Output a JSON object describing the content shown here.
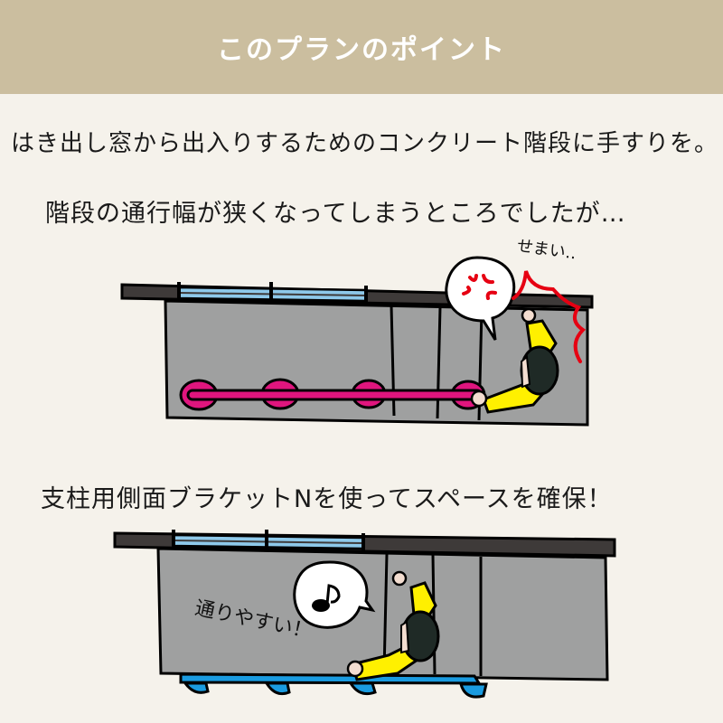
{
  "header": {
    "title": "このプランのポイント",
    "background_color": "#cbbe9f",
    "text_color": "#ffffff"
  },
  "body": {
    "background_color": "#f5f2eb",
    "line1": "はき出し窓から出入りするためのコンクリート階段に手すりを。",
    "line2": "階段の通行幅が狭くなってしまうところでしたが…",
    "line3": "支柱用側面ブラケットNを使ってスペースを確保！"
  },
  "illustration_before": {
    "caption": "せまい‥",
    "speech_bubble_icon": "anger-mark-icon",
    "handrail_color": "#e0157e",
    "accent_color": "#e60012"
  },
  "illustration_after": {
    "caption": "通りやすい！",
    "speech_bubble_icon": "music-note-icon",
    "handrail_color": "#1a9be0"
  },
  "colors": {
    "stair_gray": "#9fa0a0",
    "wall_dark": "#3e3a39",
    "window_blue": "#8ec9ea",
    "shirt_yellow": "#fff000",
    "hair_dark": "#1f2a26",
    "skin": "#f3ddd0"
  }
}
